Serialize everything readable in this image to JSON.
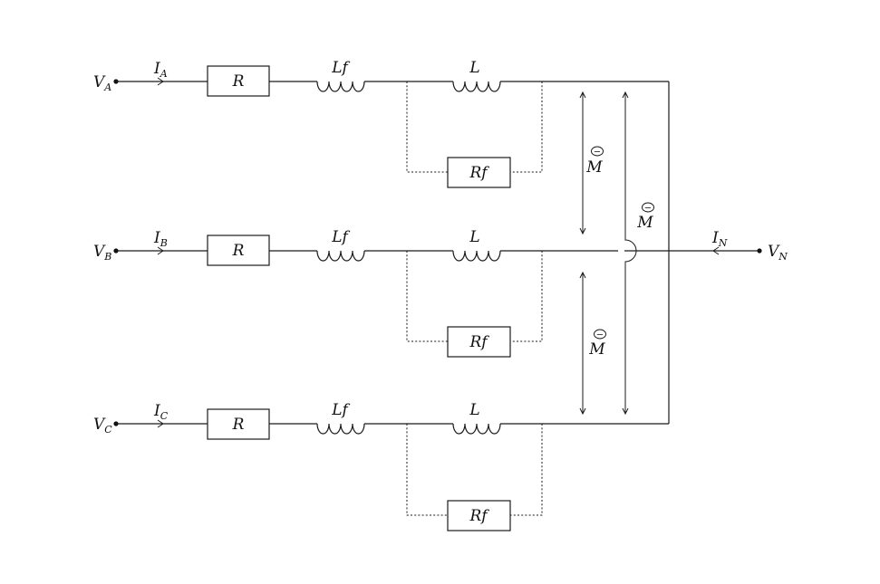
{
  "phases": [
    {
      "node_main": "V",
      "node_sub": "A",
      "current_main": "I",
      "current_sub": "A",
      "resistor": "R",
      "filter_inductor": "Lf",
      "inductor": "L",
      "filter_resistor": "Rf"
    },
    {
      "node_main": "V",
      "node_sub": "B",
      "current_main": "I",
      "current_sub": "B",
      "resistor": "R",
      "filter_inductor": "Lf",
      "inductor": "L",
      "filter_resistor": "Rf"
    },
    {
      "node_main": "V",
      "node_sub": "C",
      "current_main": "I",
      "current_sub": "C",
      "resistor": "R",
      "filter_inductor": "Lf",
      "inductor": "L",
      "filter_resistor": "Rf"
    }
  ],
  "neutral": {
    "node_main": "V",
    "node_sub": "N",
    "current_main": "I",
    "current_sub": "N"
  },
  "mutual": {
    "symbol": "M",
    "accent": "−"
  }
}
